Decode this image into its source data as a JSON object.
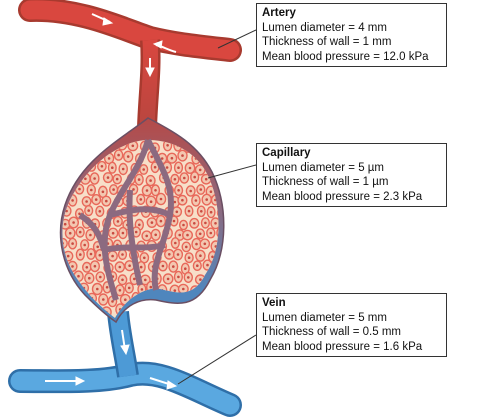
{
  "labels": {
    "artery": {
      "title": "Artery",
      "lumen": "Lumen diameter = 4 mm",
      "wall": "Thickness of wall = 1 mm",
      "pressure": "Mean blood pressure = 12.0 kPa"
    },
    "capillary": {
      "title": "Capillary",
      "lumen": "Lumen diameter = 5 µm",
      "wall": "Thickness of wall = 1 µm",
      "pressure": "Mean blood pressure = 2.3 kPa"
    },
    "vein": {
      "title": "Vein",
      "lumen": "Lumen diameter = 5 mm",
      "wall": "Thickness of wall = 0.5 mm",
      "pressure": "Mean blood pressure = 1.6 kPa"
    }
  },
  "colors": {
    "artery": "#d9473f",
    "artery_dark": "#a83a2f",
    "vein": "#3a8fd0",
    "vein_dark": "#2f6fa8",
    "capillary_bed": "#8a6a7a",
    "tissue": "#f7dfc9",
    "cell": "#e8685a"
  },
  "icons": [
    "flow-arrow-icon"
  ]
}
